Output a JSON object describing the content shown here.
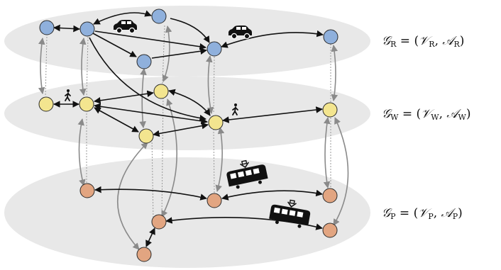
{
  "colors": {
    "plane": "#e8e8e8",
    "road_node": "#8fb0dc",
    "walk_node": "#f3e58f",
    "transit_node": "#e2a581",
    "node_stroke": "#2b2b2b",
    "edge_black": "#111111",
    "edge_gray": "#8a8a8a",
    "edge_dotted": "#9a9a9a"
  },
  "icons": {
    "road": "car-icon",
    "walk": "pedestrian-icon",
    "transit": "tram-icon"
  },
  "layers": [
    {
      "id": "R",
      "label_symbol": "𝒢",
      "label_sub": "R",
      "label_eq": " = (",
      "label_v": "𝒱",
      "label_v_sub": "R",
      "label_comma": ", ",
      "label_a": "𝒜",
      "label_a_sub": "R",
      "label_close": ")"
    },
    {
      "id": "W",
      "label_symbol": "𝒢",
      "label_sub": "W",
      "label_eq": " = (",
      "label_v": "𝒱",
      "label_v_sub": "W",
      "label_comma": ", ",
      "label_a": "𝒜",
      "label_a_sub": "W",
      "label_close": ")"
    },
    {
      "id": "P",
      "label_symbol": "𝒢",
      "label_sub": "P",
      "label_eq": " = (",
      "label_v": "𝒱",
      "label_v_sub": "P",
      "label_comma": ", ",
      "label_a": "𝒜",
      "label_a_sub": "P",
      "label_close": ")"
    }
  ]
}
